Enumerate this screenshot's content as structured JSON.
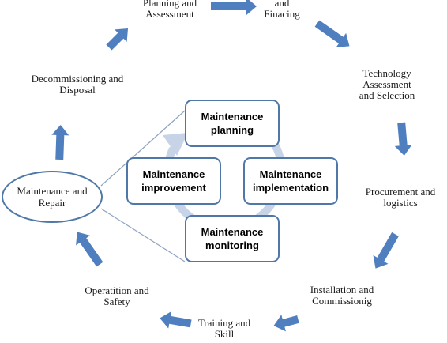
{
  "colors": {
    "arrow": "#4f7fbf",
    "box_border": "#4f78a8",
    "cycle_ring": "#c7d3e6",
    "connector": "#8fa3c0"
  },
  "outer_cycle": [
    {
      "id": "planning",
      "label": "Planning and\nAssessment"
    },
    {
      "id": "financing",
      "label": "and\nFinacing"
    },
    {
      "id": "technology",
      "label": "Technology\nAssessment\nand Selection"
    },
    {
      "id": "procurement",
      "label": "Procurement and\nlogistics"
    },
    {
      "id": "installation",
      "label": "Installation and\nCommissionig"
    },
    {
      "id": "training",
      "label": "Training and\nSkill"
    },
    {
      "id": "operation",
      "label": "Operatition and\nSafety"
    },
    {
      "id": "decommissioning",
      "label": "Decommissioning and\nDisposal"
    }
  ],
  "hub": {
    "label": "Maintenance and\nRepair"
  },
  "inner_cycle": [
    {
      "id": "planning",
      "label": "Maintenance\nplanning"
    },
    {
      "id": "implementation",
      "label": "Maintenance\nimplementation"
    },
    {
      "id": "monitoring",
      "label": "Maintenance\nmonitoring"
    },
    {
      "id": "improvement",
      "label": "Maintenance\nimprovement"
    }
  ]
}
